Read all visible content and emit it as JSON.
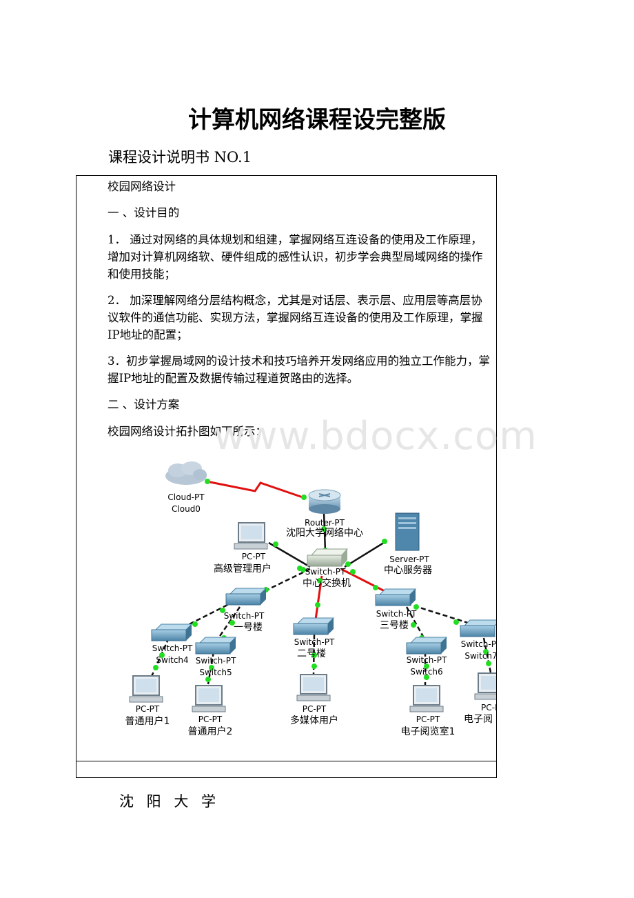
{
  "doc": {
    "title": "计算机网络课程设完整版",
    "subtitle": "课程设计说明书  NO.1",
    "box_heading": "校园网络设计",
    "section1": "一 、设计目的",
    "item1": "1． 通过对网络的具体规划和组建，掌握网络互连设备的使用及工作原理，增加对计算机网络软、硬件组成的感性认识，初步学会典型局域网络的操作和使用技能；",
    "item2": "2． 加深理解网络分层结构概念，尤其是对话层、表示层、应用层等高层协议软件的通信功能、实现方法，掌握网络互连设备的使用及工作原理，掌握IP地址的配置；",
    "item3": "3．初步掌握局域网的设计技术和技巧培养开发网络应用的独立工作能力，掌握IP地址的配置及数据传输过程道贺路由的选择。",
    "section2": "二 、设计方案",
    "topology_caption": "校园网络设计拓扑图如下所示：",
    "watermark": "www.bdocx.com",
    "footer": "沈 阳 大 学"
  },
  "topology": {
    "nodes": {
      "cloud": {
        "type": "Cloud-PT",
        "name": "Cloud0"
      },
      "router": {
        "type": "Router-PT",
        "name": "沈阳大学网络中心"
      },
      "core_switch": {
        "type": "Switch-PT",
        "name": "中心交换机"
      },
      "admin_pc": {
        "type": "PC-PT",
        "name": "高级管理用户"
      },
      "server": {
        "type": "Server-PT",
        "name": "中心服务器"
      },
      "sw_b1": {
        "type": "Switch-PT",
        "name": "一号楼"
      },
      "sw_b2": {
        "type": "Switch-PT",
        "name": "二号楼"
      },
      "sw_b3": {
        "type": "Switch-PT",
        "name": "三号楼"
      },
      "sw4": {
        "type": "Switch-PT",
        "name": "Switch4"
      },
      "sw5": {
        "type": "Switch-PT",
        "name": "Switch5"
      },
      "sw6": {
        "type": "Switch-PT",
        "name": "Switch6"
      },
      "sw7": {
        "type": "Switch-PT",
        "name": "Switch7"
      },
      "pc1": {
        "type": "PC-PT",
        "name": "普通用户1"
      },
      "pc2": {
        "type": "PC-PT",
        "name": "普通用户2"
      },
      "pc_media": {
        "type": "PC-PT",
        "name": "多媒体用户"
      },
      "pc_e1": {
        "type": "PC-PT",
        "name": "电子阅览室1"
      },
      "pc_e2": {
        "type": "PC-PT",
        "name": "电子阅"
      }
    },
    "colors": {
      "serial_link": "#e01010",
      "link_dot": "#22dd22",
      "device": "#5a8fb0"
    }
  }
}
